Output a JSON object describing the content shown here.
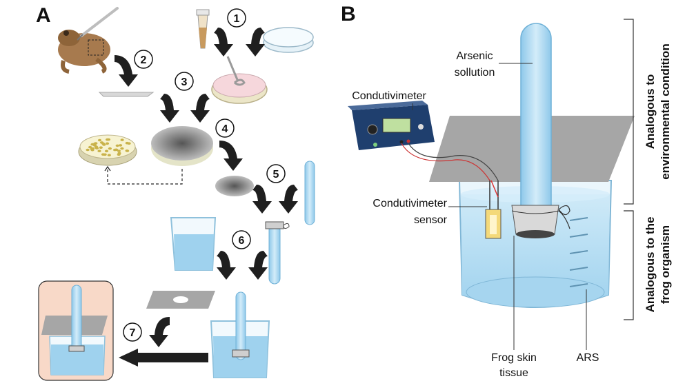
{
  "panels": {
    "a": "A",
    "b": "B"
  },
  "steps": [
    "1",
    "2",
    "3",
    "4",
    "5",
    "6",
    "7"
  ],
  "labels": {
    "arsenic_line1": "Arsenic",
    "arsenic_line2": "sollution",
    "condutivimeter": "Condutivimeter",
    "sensor_line1": "Condutivimeter",
    "sensor_line2": "sensor",
    "frog_skin_line1": "Frog skin",
    "frog_skin_line2": "tissue",
    "ars": "ARS"
  },
  "side_labels": {
    "environmental_line1": "Analogous to",
    "environmental_line2": "environmental condition",
    "organism_line1": "Analogous to the",
    "organism_line2": "frog organism"
  },
  "colors": {
    "arrow": "#1f1f1f",
    "plate_gray": "#a6a6a6",
    "water": "#bfe3f5",
    "tube": "#a8d6ef",
    "inset_bg": "#f8d9c8",
    "petri_pink": "#f6d7dc",
    "device": "#1f3f6e"
  }
}
